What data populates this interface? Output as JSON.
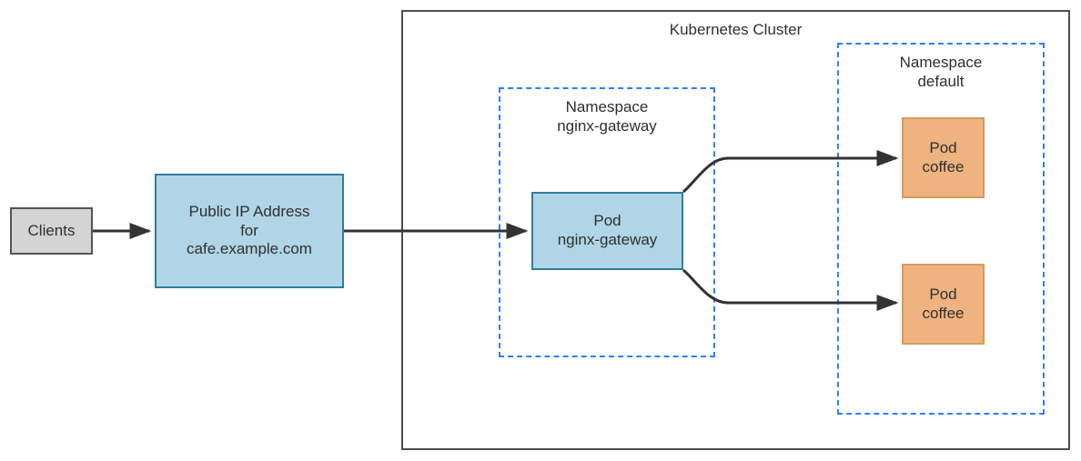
{
  "diagram": {
    "title": "Kubernetes Cluster",
    "cluster": {
      "label": "Kubernetes Cluster"
    },
    "namespaces": [
      {
        "id": "nginx-gateway",
        "label": "Namespace\nnginx-gateway",
        "line1": "Namespace",
        "line2": "nginx-gateway"
      },
      {
        "id": "default",
        "label": "Namespace\ndefault",
        "line1": "Namespace",
        "line2": "default"
      }
    ],
    "nodes": [
      {
        "id": "clients",
        "label": "Clients",
        "fill": "#d4d4d4",
        "stroke": "#555555"
      },
      {
        "id": "public-ip",
        "label": "Public IP Address\nfor\ncafe.example.com",
        "fill": "#b0d5e6",
        "stroke": "#2d7f9d"
      },
      {
        "id": "pod-nginx-gateway",
        "label": "Pod\nnginx-gateway",
        "fill": "#b0d5e6",
        "stroke": "#2d7f9d"
      },
      {
        "id": "pod-coffee-top",
        "label": "Pod\ncoffee",
        "fill": "#eeb380",
        "stroke": "#d79b5b"
      },
      {
        "id": "pod-coffee-bottom",
        "label": "Pod\ncoffee",
        "fill": "#eeb380",
        "stroke": "#d79b5b"
      }
    ],
    "edges": [
      {
        "id": "clients-to-public-ip",
        "from": "clients",
        "to": "public-ip"
      },
      {
        "id": "public-ip-to-pod-gateway",
        "from": "public-ip",
        "to": "pod-nginx-gateway"
      },
      {
        "id": "pod-gateway-to-coffee-top",
        "from": "pod-nginx-gateway",
        "to": "pod-coffee-top"
      },
      {
        "id": "pod-gateway-to-coffee-bottom",
        "from": "pod-nginx-gateway",
        "to": "pod-coffee-bottom"
      }
    ],
    "colors": {
      "arrow": "#333333",
      "namespace_border": "#2d7ff9",
      "cluster_border": "#4d4d4d",
      "text": "#2f2f2f"
    }
  }
}
